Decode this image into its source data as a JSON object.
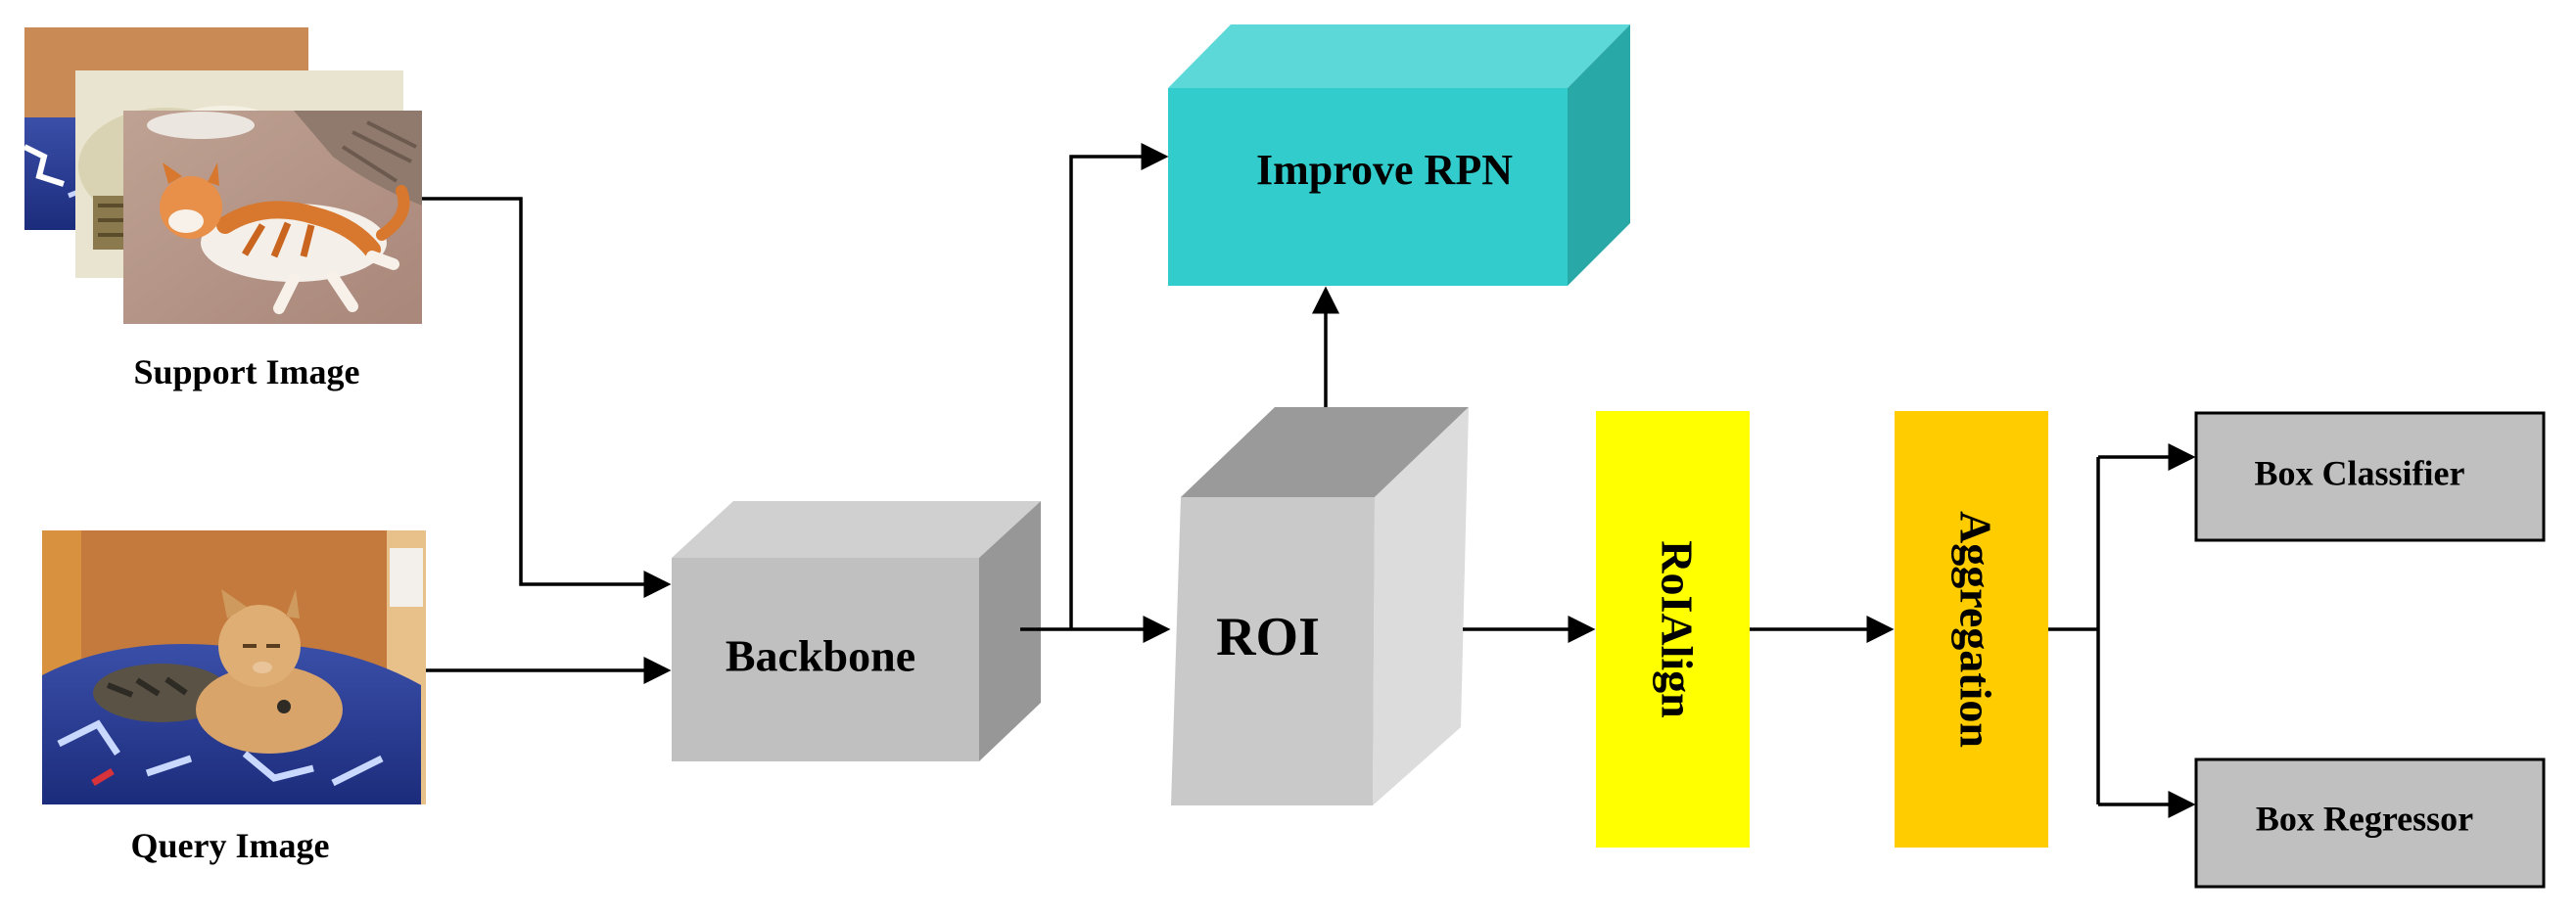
{
  "inputs": {
    "support_label": "Support Image",
    "query_label": "Query Image"
  },
  "blocks": {
    "backbone": "Backbone",
    "improve_rpn": "Improve RPN",
    "roi": "ROI",
    "roialign": "RoIAlign",
    "aggregation": "Aggregation",
    "box_classifier": "Box Classifier",
    "box_regressor": "Box Regressor"
  },
  "colors": {
    "backbone_front": "#c0c0c0",
    "backbone_top": "#d0d0d0",
    "backbone_side": "#979797",
    "rpn_front": "#33cccc",
    "rpn_top": "#5dd8d8",
    "rpn_side": "#29a8a8",
    "roi_front": "#c9c9c9",
    "roi_top": "#9a9a9a",
    "roi_side": "#dcdcdc",
    "roialign": "#ffff00",
    "aggregation": "#ffcc00",
    "box_fill": "#c0c0c0",
    "arrow": "#000000"
  }
}
